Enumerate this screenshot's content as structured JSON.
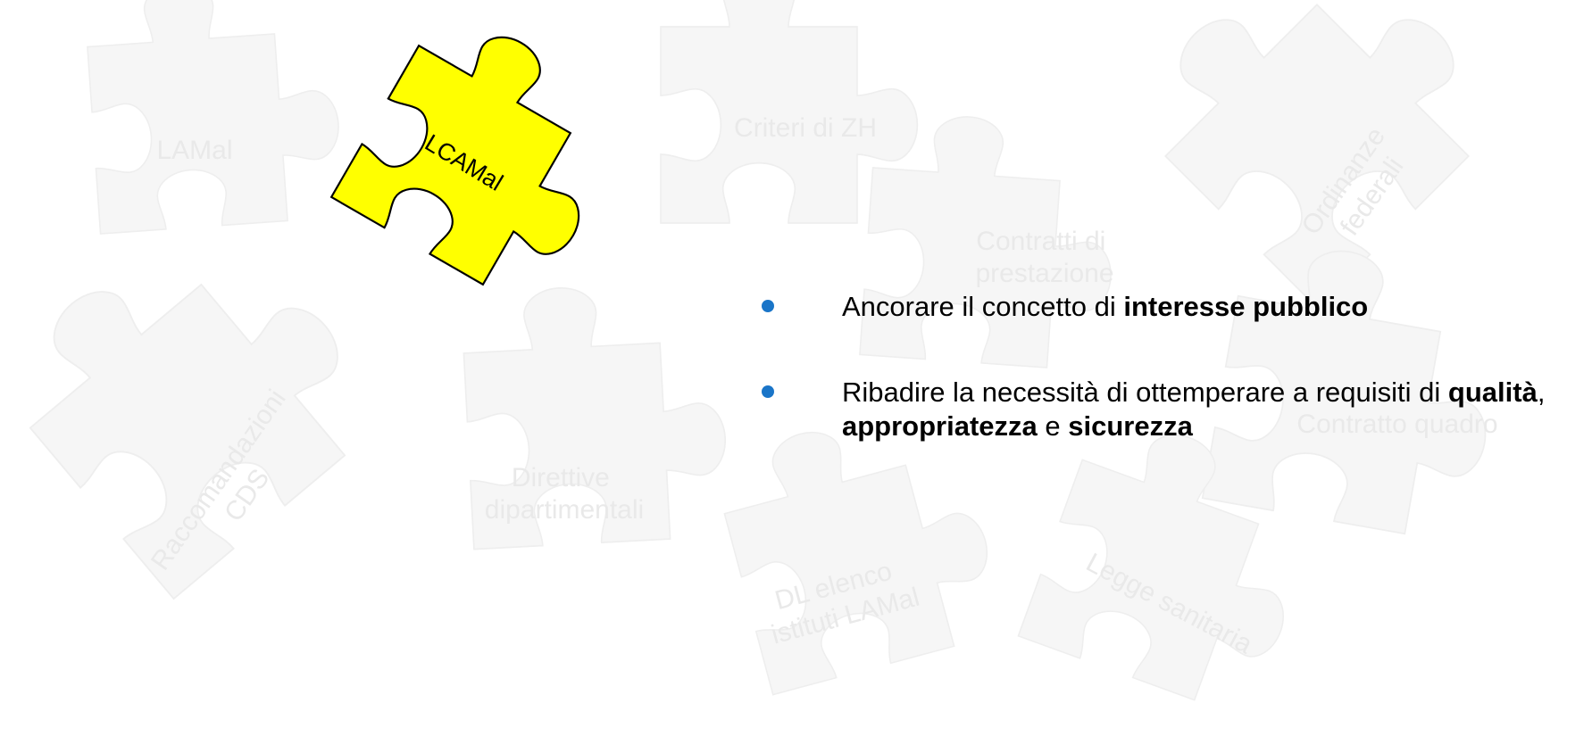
{
  "background_pieces": [
    {
      "id": "lamal",
      "label": "LAMal"
    },
    {
      "id": "criteri",
      "label": "Criteri di ZH"
    },
    {
      "id": "contratti",
      "label": [
        "Contratti di",
        "prestazione"
      ]
    },
    {
      "id": "ordinanze",
      "label": [
        "Ordinanze",
        "federali"
      ]
    },
    {
      "id": "raccomandazioni",
      "label": [
        "Raccomandazioni",
        "CDS"
      ]
    },
    {
      "id": "direttive",
      "label": [
        "Direttive",
        "dipartimentali"
      ]
    },
    {
      "id": "contratto-quadro",
      "label": "Contratto quadro"
    },
    {
      "id": "dl-elenco",
      "label": [
        "DL elenco",
        "istituti LAMal"
      ]
    },
    {
      "id": "legge",
      "label": "Legge sanitaria"
    }
  ],
  "highlight_piece": {
    "label": "LCAMal",
    "color": "#ffff00"
  },
  "bullet_color": "#1a75c8",
  "bullets": [
    {
      "parts": [
        {
          "text": "Ancorare il concetto di ",
          "bold": false
        },
        {
          "text": "interesse pubblico",
          "bold": true
        }
      ]
    },
    {
      "parts": [
        {
          "text": "Ribadire la necessità di ottemperare a requisiti di ",
          "bold": false
        },
        {
          "text": "qualità",
          "bold": true
        },
        {
          "text": ", ",
          "bold": false
        },
        {
          "text": "appropriatezza",
          "bold": true
        },
        {
          "text": " e ",
          "bold": false
        },
        {
          "text": "sicurezza",
          "bold": true
        }
      ]
    }
  ]
}
